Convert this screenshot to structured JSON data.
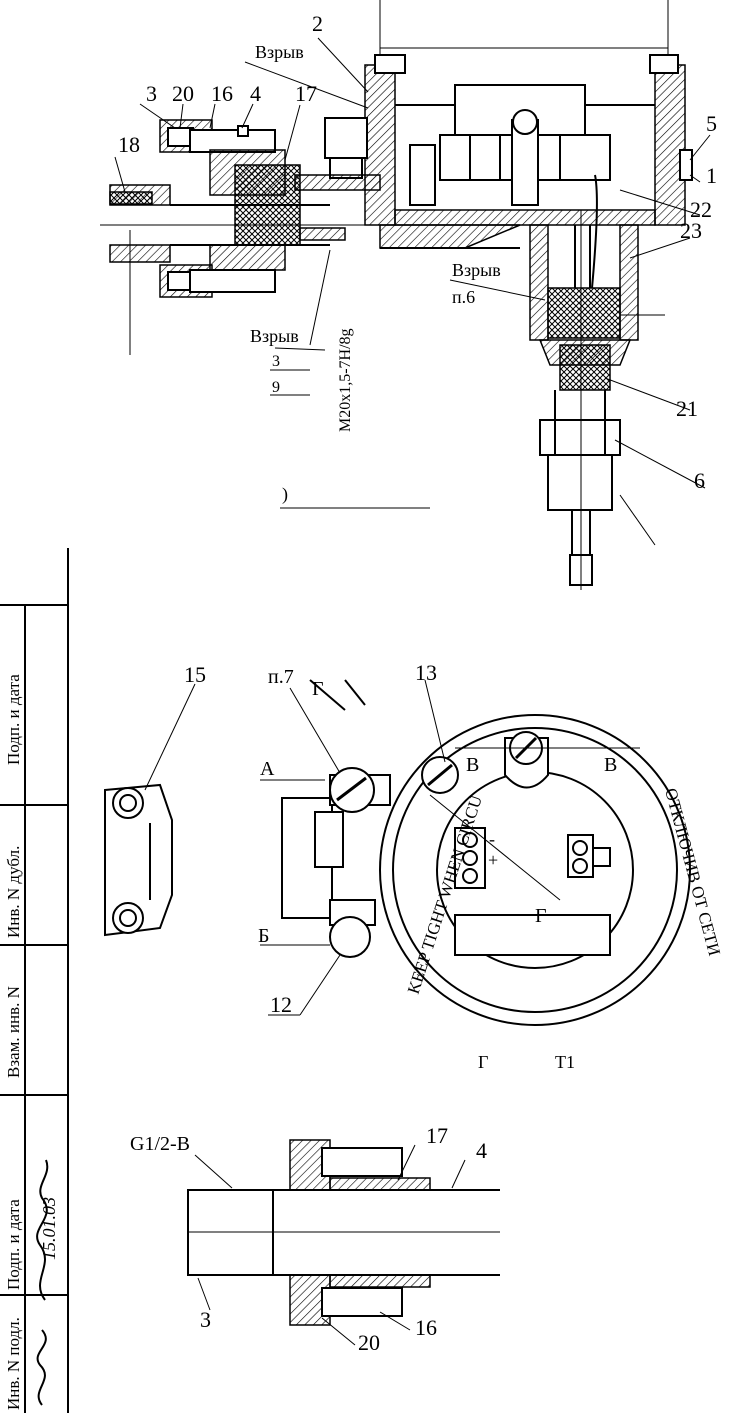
{
  "callouts": {
    "top": [
      "2",
      "3",
      "20",
      "16",
      "4",
      "17",
      "18",
      "5",
      "1",
      "22",
      "23",
      "21",
      "6"
    ],
    "mid": [
      "15",
      "13"
    ],
    "bottom": [
      "17",
      "4",
      "3",
      "20",
      "16"
    ]
  },
  "labels": {
    "vzryv": "Взрыв",
    "p6": "п.6",
    "p7": "п.7",
    "thread_m20": "M20x1,5-7H/8g",
    "thread_g": "G1/2-B",
    "arrow_a": "А",
    "arrow_b": "Б",
    "section_g": "Г",
    "section_v": "В",
    "sign_plus": "+",
    "sign_minus": "-",
    "ring_left": "KEEP TIGHT WHEN CIRCU",
    "ring_right": "ОТКЛЮЧИВ ОТ СЕТИ"
  },
  "title_block": {
    "cells": [
      "Подп. и дата",
      "Инв. N дубл.",
      "Взам. инв. N",
      "Подп. и дата",
      "Инв. N подл."
    ],
    "date_stamp": "15.01.03"
  },
  "fragments": {
    "tick_3": "3",
    "tick_9": "9",
    "bracket": ")",
    "view_label": "Г",
    "view_label_2": "Т1"
  }
}
